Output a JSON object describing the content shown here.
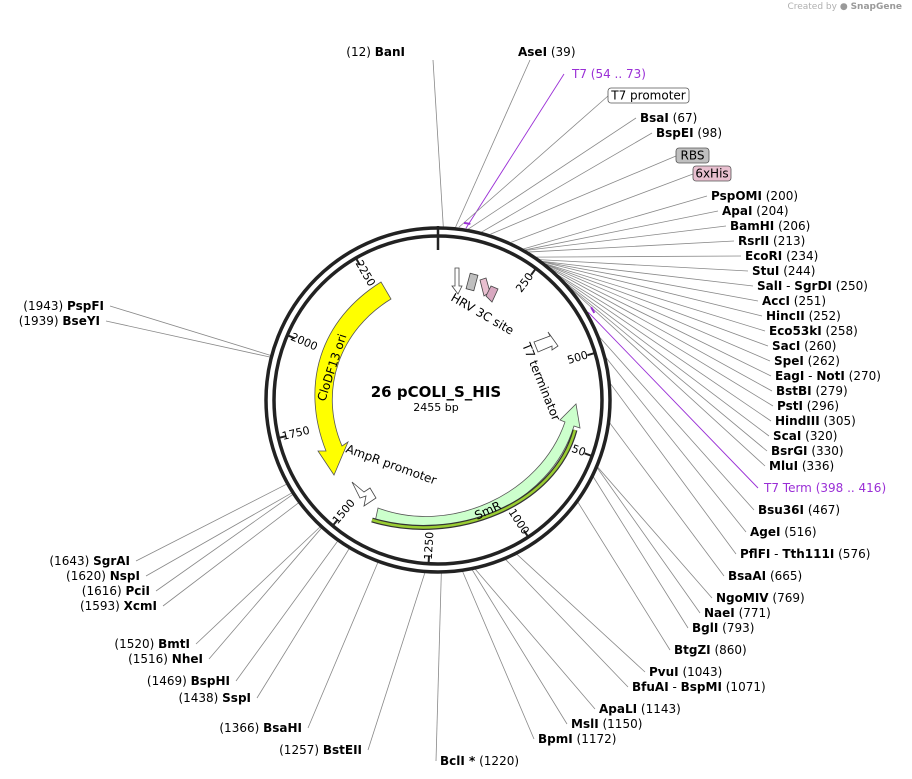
{
  "credit": {
    "prefix": "Created by",
    "brand": "SnapGene"
  },
  "plasmid": {
    "name": "26 pCOLI_S_HIS",
    "length_label": "2455 bp",
    "length": 2455
  },
  "ticks": [
    "250",
    "500",
    "750",
    "1000",
    "1250",
    "1500",
    "1750",
    "2000",
    "2250"
  ],
  "features": [
    {
      "name": "CloDF13 ori",
      "color": "#ffff00"
    },
    {
      "name": "SmR",
      "color": "#ccffcc"
    },
    {
      "name": "AmpR promoter",
      "color": "#ffffff"
    },
    {
      "name": "T7 terminator",
      "color": "#ffffff"
    },
    {
      "name": "HRV 3C site",
      "color": "#ffffff"
    }
  ],
  "boxed_labels": [
    {
      "name": "T7 promoter",
      "color": "#ffffff"
    },
    {
      "name": "RBS",
      "color": "#bfbfbf"
    },
    {
      "name": "6xHis",
      "color": "#e8bfcf"
    }
  ],
  "primers": [
    {
      "name": "T7",
      "pos": "(54 .. 73)",
      "color": "#9a2fd6"
    },
    {
      "name": "T7 Term",
      "pos": "(398 .. 416)",
      "color": "#9a2fd6"
    }
  ],
  "sites": [
    {
      "name": "BanI",
      "pos": "(12)"
    },
    {
      "name": "AseI",
      "pos": "(39)"
    },
    {
      "name": "BsaI",
      "pos": "(67)"
    },
    {
      "name": "BspEI",
      "pos": "(98)"
    },
    {
      "name": "PspOMI",
      "pos": "(200)"
    },
    {
      "name": "ApaI",
      "pos": "(204)"
    },
    {
      "name": "BamHI",
      "pos": "(206)"
    },
    {
      "name": "RsrII",
      "pos": "(213)"
    },
    {
      "name": "EcoRI",
      "pos": "(234)"
    },
    {
      "name": "StuI",
      "pos": "(244)"
    },
    {
      "name": "SalI",
      "name2": "SgrDI",
      "pos": "(250)"
    },
    {
      "name": "AccI",
      "pos": "(251)"
    },
    {
      "name": "HincII",
      "pos": "(252)"
    },
    {
      "name": "Eco53kI",
      "pos": "(258)"
    },
    {
      "name": "SacI",
      "pos": "(260)"
    },
    {
      "name": "SpeI",
      "pos": "(262)"
    },
    {
      "name": "EagI",
      "name2": "NotI",
      "pos": "(270)"
    },
    {
      "name": "BstBI",
      "pos": "(279)"
    },
    {
      "name": "PstI",
      "pos": "(296)"
    },
    {
      "name": "HindIII",
      "pos": "(305)"
    },
    {
      "name": "ScaI",
      "pos": "(320)"
    },
    {
      "name": "BsrGI",
      "pos": "(330)"
    },
    {
      "name": "MluI",
      "pos": "(336)"
    },
    {
      "name": "Bsu36I",
      "pos": "(467)"
    },
    {
      "name": "AgeI",
      "pos": "(516)"
    },
    {
      "name": "PflFI",
      "name2": "Tth111I",
      "pos": "(576)"
    },
    {
      "name": "BsaAI",
      "pos": "(665)"
    },
    {
      "name": "NgoMIV",
      "pos": "(769)"
    },
    {
      "name": "NaeI",
      "pos": "(771)"
    },
    {
      "name": "BglI",
      "pos": "(793)"
    },
    {
      "name": "BtgZI",
      "pos": "(860)"
    },
    {
      "name": "PvuI",
      "pos": "(1043)"
    },
    {
      "name": "BfuAI",
      "name2": "BspMI",
      "pos": "(1071)"
    },
    {
      "name": "ApaLI",
      "pos": "(1143)"
    },
    {
      "name": "MslI",
      "pos": "(1150)"
    },
    {
      "name": "BpmI",
      "pos": "(1172)"
    },
    {
      "name": "BclI *",
      "pos": "(1220)"
    },
    {
      "name": "BstEII",
      "pos": "(1257)"
    },
    {
      "name": "BsaHI",
      "pos": "(1366)"
    },
    {
      "name": "SspI",
      "pos": "(1438)"
    },
    {
      "name": "BspHI",
      "pos": "(1469)"
    },
    {
      "name": "NheI",
      "pos": "(1516)"
    },
    {
      "name": "BmtI",
      "pos": "(1520)"
    },
    {
      "name": "XcmI",
      "pos": "(1593)"
    },
    {
      "name": "PciI",
      "pos": "(1616)"
    },
    {
      "name": "NspI",
      "pos": "(1620)"
    },
    {
      "name": "SgrAI",
      "pos": "(1643)"
    },
    {
      "name": "BseYI",
      "pos": "(1939)"
    },
    {
      "name": "PspFI",
      "pos": "(1943)"
    }
  ]
}
